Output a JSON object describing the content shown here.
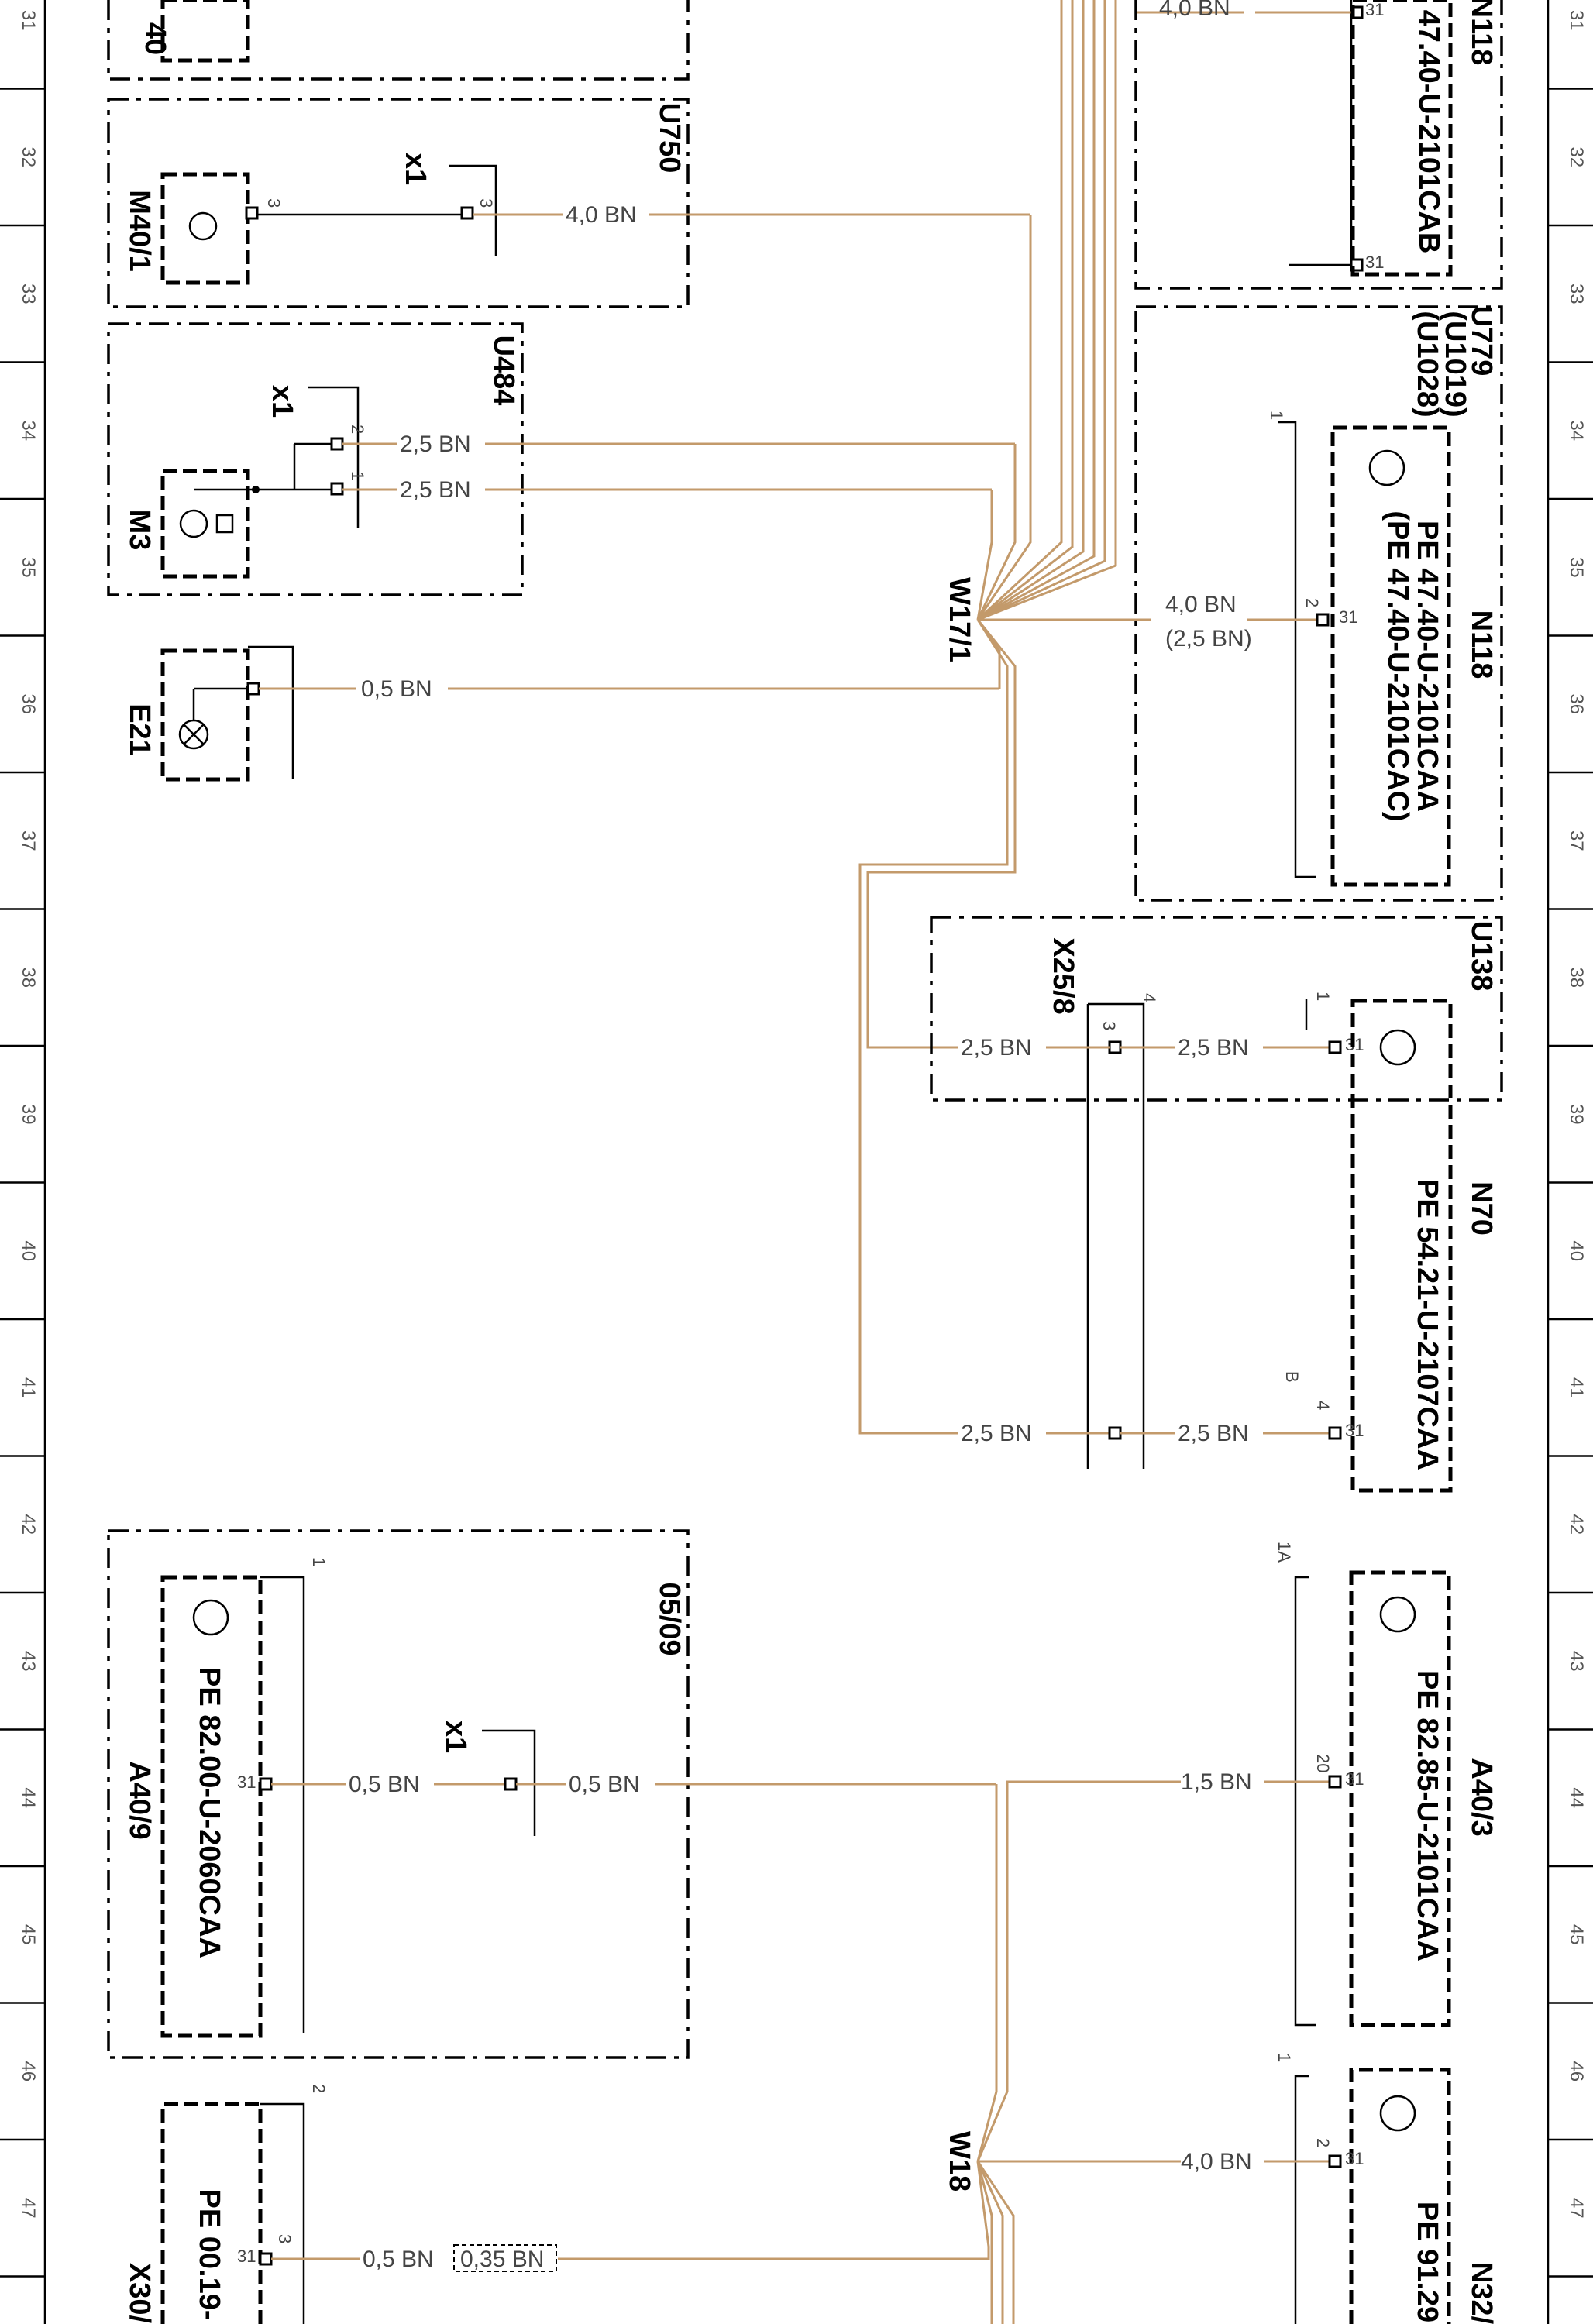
{
  "rows": [
    "31",
    "32",
    "33",
    "34",
    "35",
    "36",
    "37",
    "38",
    "39",
    "40",
    "41",
    "42",
    "43",
    "44",
    "45",
    "46",
    "47"
  ],
  "components": {
    "top_left_partial": "40",
    "m40_1": "M40/1",
    "u750": "U750",
    "u484": "U484",
    "m3": "M3",
    "e21": "E21",
    "w17_1": "W17/1",
    "n118_top": "N118",
    "n118_top_ref": "47.40-U-2101CAB",
    "u779": "U779",
    "u1019": "(U1019)",
    "u1028": "(U1028)",
    "n118": "N118",
    "n118_ref1": "PE  47.40-U-2101CAA",
    "n118_ref2": "(PE  47.40-U-2101CAC)",
    "u138": "U138",
    "x25_8": "X25/8",
    "n70": "N70",
    "n70_ref": "PE  54.21-U-2107CAA",
    "ref_05_09": "05/09",
    "a40_9": "A40/9",
    "a40_9_ref": "PE  82.00-U-2060CAA",
    "a40_3": "A40/3",
    "a40_3_ref": "PE  82.85-U-2101CAA",
    "w18": "W18",
    "n32_partial": "N32/",
    "n32_ref_partial": "PE  91.29",
    "x30_partial": "X30/",
    "x30_ref_partial": "PE  00.19-"
  },
  "connectors": {
    "x1": "x1"
  },
  "wires": {
    "w_4_0_bn": "4,0 BN",
    "w_2_5_bn": "2,5 BN",
    "w_0_5_bn": "0,5 BN",
    "w_2_5_bn_alt": "(2,5 BN)",
    "w_1_5_bn": "1,5 BN",
    "w_0_35_bn": "0,35 BN"
  },
  "pins": {
    "p1": "1",
    "p2": "2",
    "p3": "3",
    "p4": "4",
    "p20": "20",
    "p31": "31",
    "pB": "B",
    "p1A": "1A"
  },
  "colors": {
    "wire_bn": "#c39a6b",
    "line": "#000000"
  }
}
